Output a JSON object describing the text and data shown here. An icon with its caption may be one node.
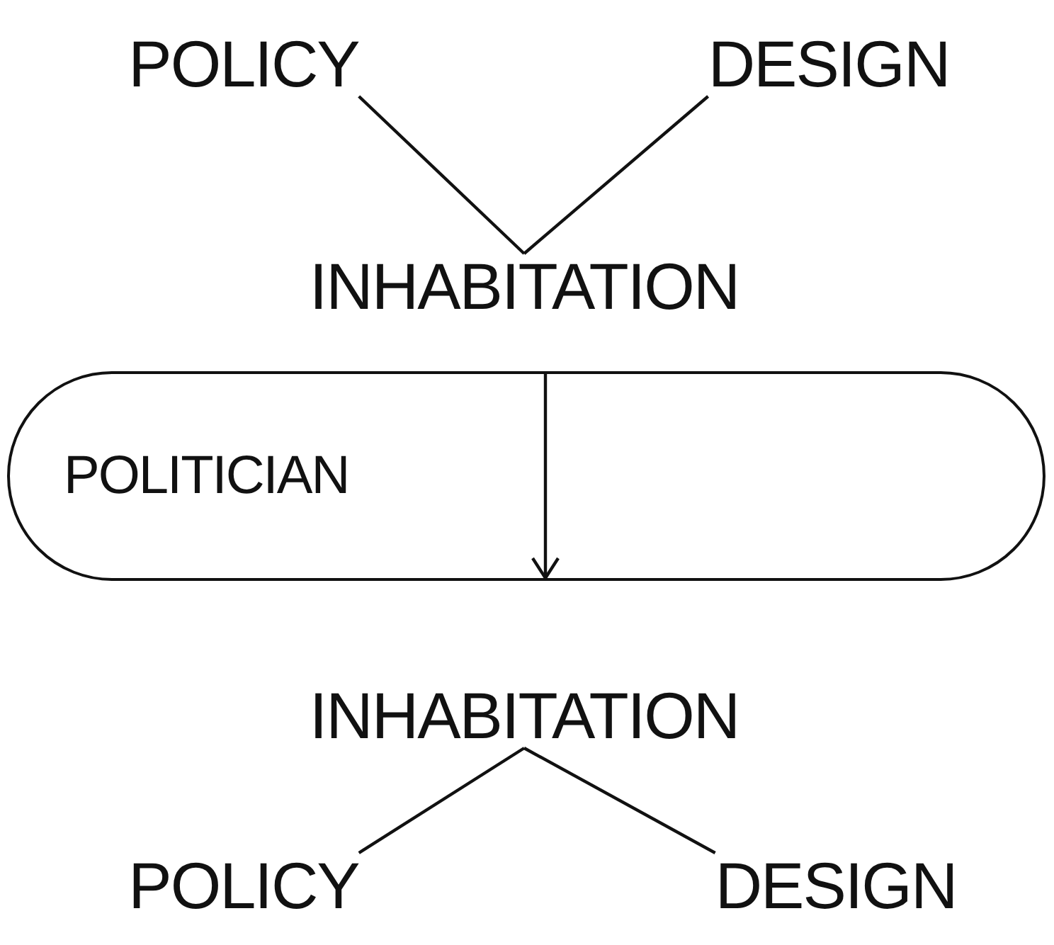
{
  "diagram": {
    "nodes": [
      {
        "text": [
          "POLICY"
        ]
      },
      {
        "text": [
          "DESIGN"
        ]
      },
      {
        "text": [
          "INHABITATION"
        ]
      },
      {
        "text": [
          "POLITICIAN"
        ]
      },
      {
        "text": [
          "INHABITATION"
        ]
      },
      {
        "text": [
          "POLICY"
        ]
      },
      {
        "text": [
          "DESIGN"
        ]
      }
    ],
    "edges": [
      {
        "from": 0,
        "to": 2,
        "arrow": "none"
      },
      {
        "from": 1,
        "to": 2,
        "arrow": "none"
      },
      {
        "from": 5,
        "to": 4,
        "arrow": "none"
      },
      {
        "from": 6,
        "to": 4,
        "arrow": "none"
      }
    ]
  }
}
